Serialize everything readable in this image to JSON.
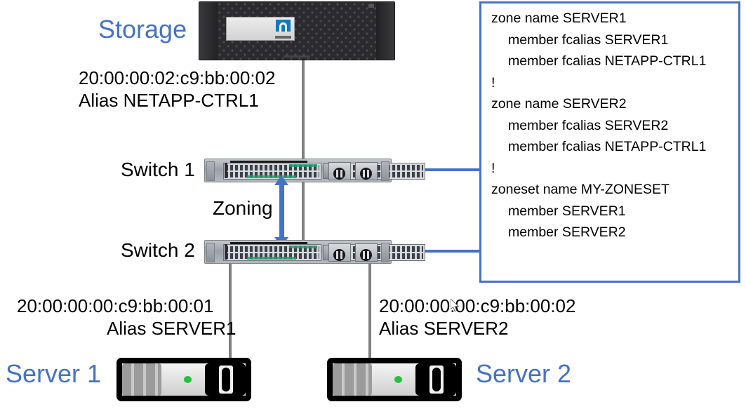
{
  "diagram": {
    "title_hint": "Fibre Channel SAN zoning topology",
    "nodes": {
      "storage": {
        "label": "Storage",
        "wwpn": "20:00:00:02:c9:bb:00:02",
        "alias_line": "Alias NETAPP-CTRL1",
        "device_icon": "netapp-storage-array-icon",
        "brand_mark": "netapp-logo"
      },
      "switch1": {
        "label": "Switch 1",
        "device_icon": "fc-switch-icon"
      },
      "switch2": {
        "label": "Switch 2",
        "device_icon": "fc-switch-icon"
      },
      "server1": {
        "label": "Server 1",
        "wwpn": "20:00:00:00:c9:bb:00:01",
        "alias_line": "Alias SERVER1",
        "device_icon": "rack-server-icon"
      },
      "server2": {
        "label": "Server 2",
        "wwpn": "20:00:00:00:c9:bb:00:02",
        "alias_line": "Alias SERVER2",
        "device_icon": "rack-server-icon"
      }
    },
    "annotations": {
      "zoning_label": "Zoning",
      "zoning_arrow": "double-headed-vertical-arrow"
    },
    "colors": {
      "accent_blue": "#4472C4",
      "cable_gray": "#808080",
      "text_black": "#000000",
      "led_green": "#25C13C",
      "netapp_blue": "#0D7BC4"
    }
  },
  "config_box": {
    "border_color": "#4472C4",
    "lines": [
      {
        "text": "zone name SERVER1",
        "indent": 0
      },
      {
        "text": "member fcalias SERVER1",
        "indent": 1
      },
      {
        "text": "member fcalias NETAPP-CTRL1",
        "indent": 1
      },
      {
        "text": "!",
        "indent": 0
      },
      {
        "text": "zone name SERVER2",
        "indent": 0
      },
      {
        "text": "member fcalias SERVER2",
        "indent": 1
      },
      {
        "text": "member fcalias NETAPP-CTRL1",
        "indent": 1
      },
      {
        "text": "!",
        "indent": 0
      },
      {
        "text": "zoneset name MY-ZONESET",
        "indent": 0
      },
      {
        "text": "member SERVER1",
        "indent": 1
      },
      {
        "text": "member SERVER2",
        "indent": 1
      }
    ]
  },
  "pointer": {
    "icon": "mouse-cursor-arrow"
  }
}
